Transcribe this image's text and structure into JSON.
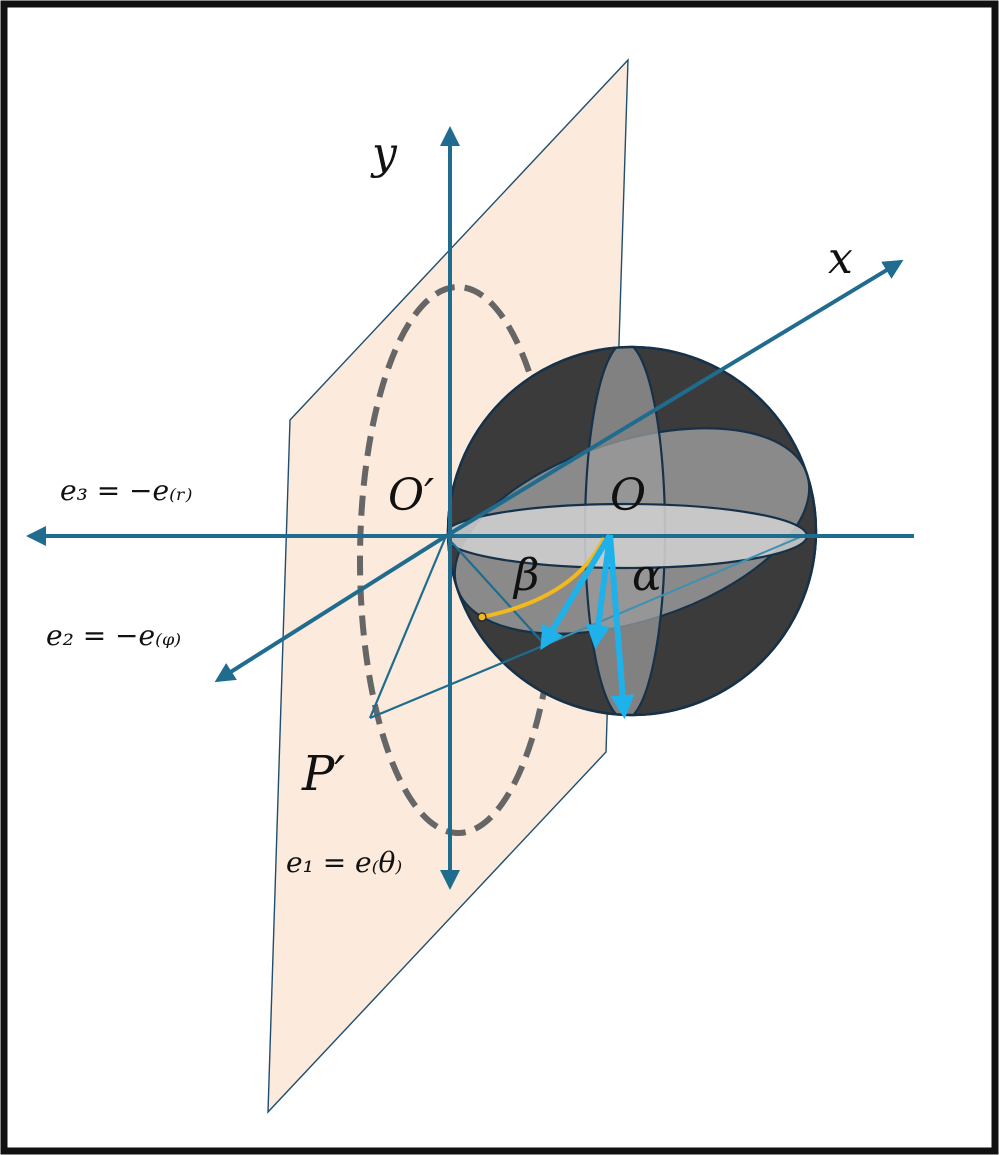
{
  "labels": {
    "y_axis": "y",
    "x_axis": "x",
    "e3": "e₃ = −e₍ᵣ₎",
    "e2": "e₂ = −e₍ᵩ₎",
    "e1": "e₁ = e₍θ₎",
    "o_prime": "O′",
    "o": "O",
    "beta": "β",
    "alpha": "α",
    "p_prime": "P′"
  },
  "colors": {
    "axis": "#1f6c8e",
    "plane_fill": "#fcebdd",
    "sphere_dark": "#3b3b3b",
    "sphere_band": "#8a8a8a",
    "equator_disc": "#c9c9c9",
    "arrow_cyan": "#1fb1ea",
    "arc_yellow": "#f2b81f",
    "dashed_circle": "#666666",
    "frame": "#111111"
  }
}
